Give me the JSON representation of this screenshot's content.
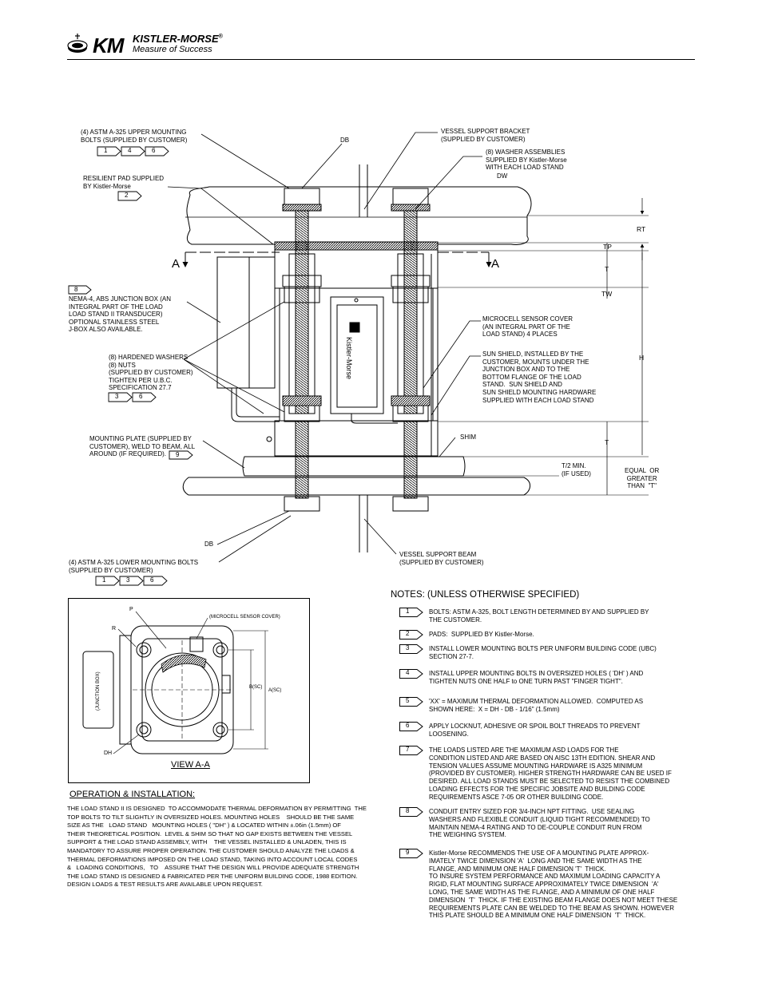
{
  "header": {
    "brand": "KM",
    "company": "KISTLER-MORSE",
    "reg": "®",
    "tagline": "Measure of Success"
  },
  "callouts": {
    "upper_bolts": "(4) ASTM A-325 UPPER MOUNTING\nBOLTS (SUPPLIED BY CUSTOMER)",
    "upper_bolts_refs": [
      "1",
      "4",
      "6"
    ],
    "db_top": "DB",
    "resilient_pad": "RESILIENT PAD SUPPLIED\nBY Kistler-Morse",
    "resilient_pad_refs": [
      "2"
    ],
    "vessel_bracket": "VESSEL SUPPORT BRACKET\n(SUPPLIED BY CUSTOMER)",
    "washer_assemblies": "(8) WASHER ASSEMBLIES\nSUPPLIED BY Kistler-Morse\nWITH EACH LOAD STAND",
    "dw": "DW",
    "section_a_left": "A",
    "section_a_right": "A",
    "jbox_ref": "8",
    "jbox": "NEMA-4, ABS JUNCTION BOX (AN\nINTEGRAL PART OF THE LOAD\nLOAD STAND II TRANSDUCER)\nOPTIONAL STAINLESS STEEL\nJ-BOX ALSO AVAILABLE.",
    "hardened": "(8) HARDENED WASHERS\n(8) NUTS\n(SUPPLIED BY CUSTOMER)\nTIGHTEN PER U.B.C.\nSPECIFICATION 27.7",
    "hardened_refs": [
      "3",
      "6"
    ],
    "microcell": "MICROCELL SENSOR COVER\n(AN INTEGRAL PART OF THE\nLOAD STAND) 4 PLACES",
    "sunshield": "SUN SHIELD, INSTALLED BY THE\nCUSTOMER, MOUNTS UNDER THE\nJUNCTION BOX AND TO THE\nBOTTOM FLANGE OF THE LOAD\nSTAND.  SUN SHIELD AND\nSUN SHIELD MOUNTING HARDWARE\nSUPPLIED WITH EACH LOAD STAND",
    "shim": "SHIM",
    "mounting_plate": "MOUNTING PLATE (SUPPLIED BY\nCUSTOMER), WELD TO BEAM, ALL\nAROUND (IF REQUIRED).",
    "mounting_plate_refs": [
      "9"
    ],
    "half_t": "T/2 MIN.\n(IF USED)",
    "equal": "EQUAL  OR\nGREATER\nTHAN  \"T\"",
    "db_bottom": "DB",
    "lower_bolts": "(4) ASTM A-325 LOWER MOUNTING BOLTS\n(SUPPLIED BY CUSTOMER)",
    "lower_bolts_refs": [
      "1",
      "3",
      "6"
    ],
    "vessel_beam": "VESSEL SUPPORT BEAM\n(SUPPLIED BY CUSTOMER)",
    "device_label": "Kistler-Morse"
  },
  "dimensions": {
    "rt": "RT",
    "tp": "TP",
    "t_top": "T",
    "tw": "TW",
    "h": "H",
    "t_bottom": "T"
  },
  "view": {
    "title": "VIEW A-A",
    "p": "P",
    "r": "R",
    "dh": "DH",
    "microcell": "(MICROCELL SENSOR COVER)",
    "junction": "(JUNCTION BOX)",
    "a_sc": "A(SC)",
    "b_sc": "B(SC)"
  },
  "notes": {
    "title": "NOTES:  (UNLESS OTHERWISE SPECIFIED)",
    "items": [
      {
        "num": "1",
        "text": "BOLTS: ASTM A-325, BOLT LENGTH DETERMINED BY AND SUPPLIED BY\nTHE CUSTOMER."
      },
      {
        "num": "2",
        "text": "PADS:  SUPPLIED BY Kistler-Morse."
      },
      {
        "num": "3",
        "text": "INSTALL LOWER MOUNTING BOLTS PER UNIFORM BUILDING CODE (UBC)\nSECTION 27-7."
      },
      {
        "num": "4",
        "text": "INSTALL UPPER MOUNTING BOLTS IN OVERSIZED HOLES ( 'DH' ) AND\nTIGHTEN NUTS ONE HALF to ONE TURN PAST \"FINGER TIGHT\"."
      },
      {
        "num": "5",
        "text": "'XX' = MAXIMUM THERMAL DEFORMATION ALLOWED.  COMPUTED AS\nSHOWN HERE:  X = DH - DB - 1/16\" (1.5mm)"
      },
      {
        "num": "6",
        "text": "APPLY LOCKNUT, ADHESIVE OR SPOIL BOLT THREADS TO PREVENT\nLOOSENING."
      },
      {
        "num": "7",
        "text": "THE LOADS LISTED ARE THE MAXIMUM ASD LOADS FOR THE\nCONDITION LISTED AND ARE BASED ON AISC 13TH EDITION. SHEAR AND\nTENSION VALUES ASSUME MOUNTING HARDWARE IS A325 MINIMUM\n(PROVIDED BY CUSTOMER). HIGHER STRENGTH HARDWARE CAN BE USED IF\nDESIRED. ALL LOAD STANDS MUST BE SELECTED TO RESIST THE COMBINED\nLOADING EFFECTS FOR THE SPECIFIC JOBSITE AND BUILDING CODE\nREQUIREMENTS ASCE 7-05 OR OTHER BUILDING CODE."
      },
      {
        "num": "8",
        "text": "CONDUIT ENTRY SIZED FOR 3/4-INCH NPT FITTING.  USE SEALING\nWASHERS AND FLEXIBLE CONDUIT (LIQUID TIGHT RECOMMENDED) TO\nMAINTAIN NEMA-4 RATING AND TO DE-COUPLE CONDUIT RUN FROM\nTHE WEIGHING SYSTEM."
      },
      {
        "num": "9",
        "text": "Kistler-Morse RECOMMENDS THE USE OF A MOUNTING PLATE APPROX-\nIMATELY TWICE DIMENSION 'A'  LONG AND THE SAME WIDTH AS THE\nFLANGE, AND MINIMUM ONE HALF DIMENSION 'T'  THICK.\nTO INSURE SYSTEM PERFORMANCE AND MAXIMUM LOADING CAPACITY A\nRIGID, FLAT MOUNTING SURFACE APPROXIMATELY TWICE DIMENSION  'A'\nLONG, THE SAME WIDTH AS THE FLANGE, AND A MINIMUM OF ONE HALF\nDIMENSION  'T'  THICK. IF THE EXISTING BEAM FLANGE DOES NOT MEET THESE\nREQUIREMENTS PLATE CAN BE WELDED TO THE BEAM AS SHOWN. HOWEVER\nTHIS PLATE SHOULD BE A MINIMUM ONE HALF DIMENSION  'T'  THICK."
      }
    ]
  },
  "operation": {
    "title": "OPERATION & INSTALLATION:",
    "body": "THE LOAD STAND II IS DESIGNED  TO ACCOMMODATE THERMAL DEFORMATION BY PERMITTING  THE\nTOP BOLTS TO TILT SLIGHTLY IN OVERSIZED HOLES. MOUNTING HOLES    SHOULD BE THE SAME\nSIZE AS THE   LOAD STAND   MOUNTING HOLES ( \"DH\" ) & LOCATED WITHIN ±.06in (1.5mm) OF\nTHEIR THEORETICAL POSITION.  LEVEL & SHIM SO THAT NO GAP EXISTS BETWEEN THE VESSEL\nSUPPORT & THE LOAD STAND ASSEMBLY, WITH    THE VESSEL INSTALLED & UNLADEN, THIS IS\nMANDATORY TO ASSURE PROPER OPERATION. THE CUSTOMER SHOULD ANALYZE THE LOADS &\nTHERMAL DEFORMATIONS IMPOSED ON THE LOAD STAND, TAKING INTO ACCOUNT LOCAL CODES\n&   LOADING CONDITIONS,   TO    ASSURE THAT THE DESIGN WILL PROVIDE ADEQUATE STRENGTH\nTHE LOAD STAND IS DESIGNED & FABRICATED PER THE UNIFORM BUILDING CODE, 1988 EDITION.\nDESIGN LOADS & TEST RESULTS ARE AVAILABLE UPON REQUEST."
  }
}
